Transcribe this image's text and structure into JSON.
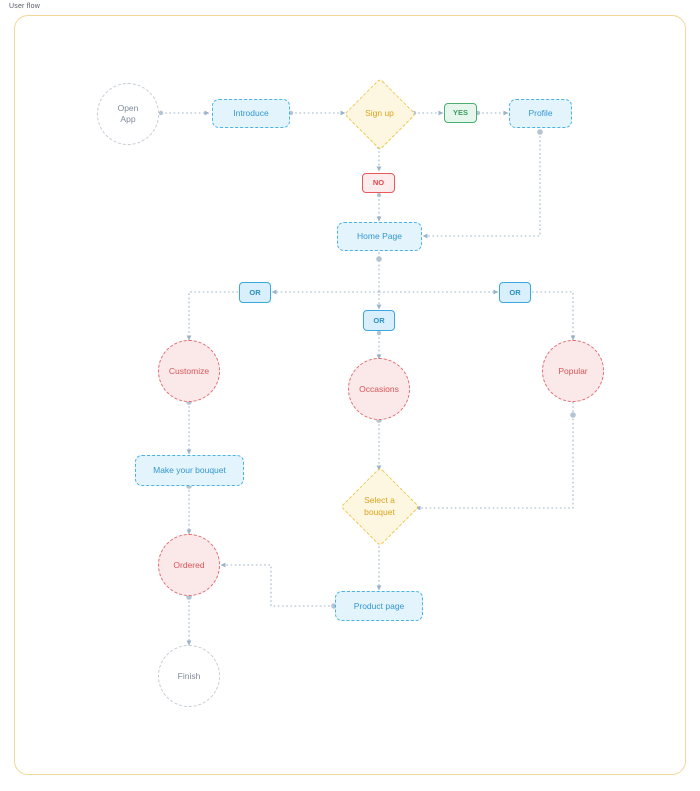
{
  "frame": {
    "label": "User flow",
    "border_color": "#f0d79a"
  },
  "palette": {
    "blue_fill": "#e4f4fd",
    "blue_border": "#49b3e8",
    "blue_text": "#3296d2",
    "red_fill": "#fbe9e9",
    "red_border": "#e06b6e",
    "red_text": "#d95558",
    "yellow_fill": "#fdf6e0",
    "yellow_border": "#edc543",
    "yellow_text": "#d9a520",
    "green_fill": "#e7f6ec",
    "green_border": "#4caf72",
    "green_text": "#3c9c62",
    "gray_border": "#c2cbd6",
    "gray_text": "#7f8a99",
    "connector": "#9bb3c9"
  },
  "nodes": {
    "open_app": {
      "label": "Open\nApp",
      "line1": "Open",
      "line2": "App",
      "shape": "circle",
      "style": "gray"
    },
    "introduce": {
      "label": "Introduce",
      "shape": "box",
      "style": "blue"
    },
    "sign_up": {
      "label": "Sign up",
      "shape": "diamond",
      "style": "yellow"
    },
    "yes": {
      "label": "YES",
      "shape": "box",
      "style": "green"
    },
    "profile": {
      "label": "Profile",
      "shape": "box",
      "style": "blue"
    },
    "no": {
      "label": "NO",
      "shape": "box",
      "style": "red"
    },
    "home_page": {
      "label": "Home Page",
      "shape": "box",
      "style": "blue"
    },
    "or_left": {
      "label": "OR",
      "shape": "box",
      "style": "blue-solid"
    },
    "or_center": {
      "label": "OR",
      "shape": "box",
      "style": "blue-solid"
    },
    "or_right": {
      "label": "OR",
      "shape": "box",
      "style": "blue-solid"
    },
    "customize": {
      "label": "Customize",
      "shape": "circle",
      "style": "red"
    },
    "occasions": {
      "label": "Occasions",
      "shape": "circle",
      "style": "red"
    },
    "popular": {
      "label": "Popular",
      "shape": "circle",
      "style": "red"
    },
    "make_your_bouquet": {
      "label": "Make your bouquet",
      "shape": "box",
      "style": "blue"
    },
    "select_a_bouquet": {
      "label": "Select a bouquet",
      "line1": "Select a",
      "line2": "bouquet",
      "shape": "diamond",
      "style": "yellow"
    },
    "ordered": {
      "label": "Ordered",
      "shape": "circle",
      "style": "red"
    },
    "product_page": {
      "label": "Product page",
      "shape": "box",
      "style": "blue"
    },
    "finish": {
      "label": "Finish",
      "shape": "circle",
      "style": "gray"
    }
  },
  "edges": [
    {
      "from": "open_app",
      "to": "introduce"
    },
    {
      "from": "introduce",
      "to": "sign_up"
    },
    {
      "from": "sign_up",
      "to": "yes"
    },
    {
      "from": "yes",
      "to": "profile"
    },
    {
      "from": "sign_up",
      "to": "no"
    },
    {
      "from": "no",
      "to": "home_page"
    },
    {
      "from": "profile",
      "to": "home_page"
    },
    {
      "from": "home_page",
      "to": "or_center"
    },
    {
      "from": "or_center",
      "to": "occasions"
    },
    {
      "from": "or_left",
      "to": "customize"
    },
    {
      "from": "or_right",
      "to": "popular"
    },
    {
      "from": "customize",
      "to": "make_your_bouquet"
    },
    {
      "from": "make_your_bouquet",
      "to": "ordered"
    },
    {
      "from": "occasions",
      "to": "select_a_bouquet"
    },
    {
      "from": "popular",
      "to": "select_a_bouquet"
    },
    {
      "from": "select_a_bouquet",
      "to": "product_page"
    },
    {
      "from": "product_page",
      "to": "ordered"
    },
    {
      "from": "ordered",
      "to": "finish"
    }
  ]
}
